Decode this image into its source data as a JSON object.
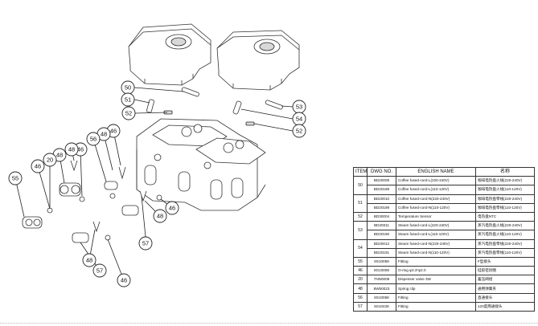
{
  "balloons": {
    "b50": "50",
    "b51": "51",
    "b53": "53",
    "b54": "54",
    "b52a": "52",
    "b52b": "52",
    "b46a": "46",
    "b48a": "48",
    "b46b": "46",
    "b56": "56",
    "b48b": "48",
    "b48c": "48",
    "b20": "20",
    "b46c": "46",
    "b55": "55",
    "b57a": "57",
    "b48d": "48",
    "b46d": "46",
    "b48e": "48",
    "b57b": "57",
    "b46e": "46"
  },
  "table": {
    "headers": {
      "item": "ITEM",
      "dwg": "DWG NO.",
      "english": "ENGLISH NAME",
      "chinese": "名称"
    },
    "rows": [
      {
        "item": "50",
        "dwg": "BD20009",
        "english": "Coffee fused-cord-L(220-240V)",
        "chinese": "咖啡电热盘火线(220-240V)"
      },
      {
        "item": "",
        "dwg": "BD20188",
        "english": "Coffee fused-cord-L(110-120V)",
        "chinese": "咖啡电热盘火线(110-120V)"
      },
      {
        "item": "51",
        "dwg": "BD20010",
        "english": "Coffee fused-cord-N(220-240V)",
        "chinese": "咖啡电热盘零线(220-240V)"
      },
      {
        "item": "",
        "dwg": "BD20189",
        "english": "Coffee fused-cord-N(110-120V)",
        "chinese": "咖啡电热盘零线(110-120V)"
      },
      {
        "item": "52",
        "dwg": "BD30004",
        "english": "Temperature Sensor",
        "chinese": "电热盘NTC"
      },
      {
        "item": "53",
        "dwg": "BD20011",
        "english": "Steam fused-cord-L(220-240V)",
        "chinese": "蒸汽电热盘火线(220-240V)"
      },
      {
        "item": "",
        "dwg": "BD20190",
        "english": "Steam fused-cord-L(110-120V)",
        "chinese": "蒸汽电热盘火线(110-120V)"
      },
      {
        "item": "54",
        "dwg": "BD20012",
        "english": "Steam fused-cord-N(220-240V)",
        "chinese": "蒸汽电热盘零线(220-240V)"
      },
      {
        "item": "",
        "dwg": "BD20191",
        "english": "Steam fused-cord-N(110-120V)",
        "chinese": "蒸汽电热盘零线(110-120V)"
      },
      {
        "item": "55",
        "dwg": "8S10059",
        "english": "Fitting",
        "chinese": "F型接头"
      },
      {
        "item": "46",
        "dwg": "8G10008",
        "english": "O-ring φ3.3*φ2.0",
        "chinese": "硅胶密封圈"
      },
      {
        "item": "20",
        "dwg": "7NN0009",
        "english": "Dispenser valve 3W",
        "chinese": "蓄压阀组"
      },
      {
        "item": "48",
        "dwg": "8W50023",
        "english": "Spring clip",
        "chinese": "通用弹簧夹"
      },
      {
        "item": "56",
        "dwg": "8S10058",
        "english": "Fitting",
        "chinese": "直通接头"
      },
      {
        "item": "57",
        "dwg": "8S10428",
        "english": "Fitting",
        "chinese": "120度两通接头"
      }
    ]
  }
}
